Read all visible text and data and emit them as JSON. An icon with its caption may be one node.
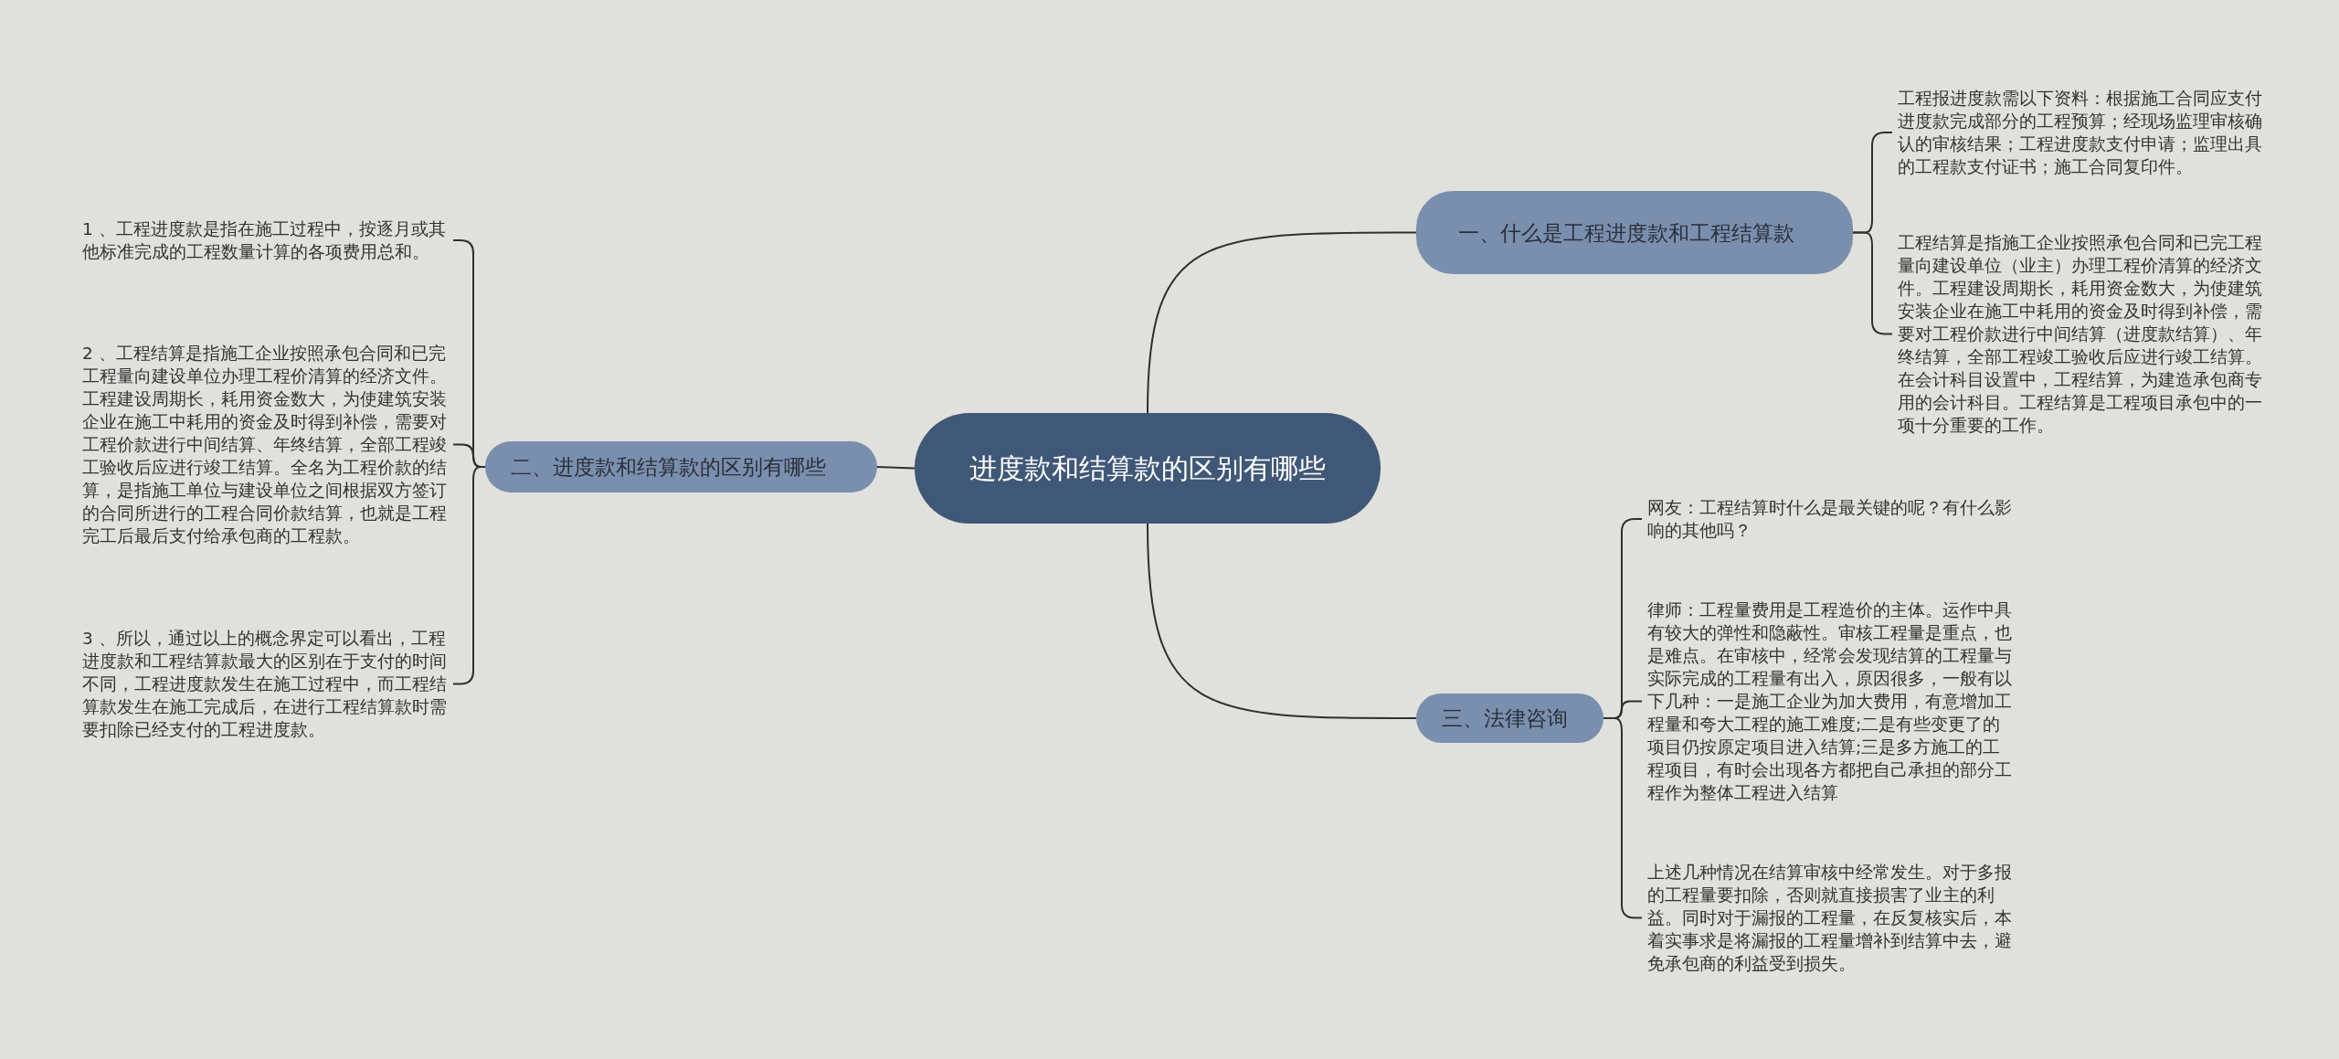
{
  "diagram": {
    "nodes": [
      {
        "text": [
          "进度款和结算款的区别有哪些"
        ]
      },
      {
        "text": [
          "一、什么是工程进度款和工程结算款"
        ]
      },
      {
        "text": [
          "工程报进度款需以下资料：根据施工合同应支付进度款完成部分的工程预算；经现场监理审核确认的审核结果；工程进度款支付申请；监理出具的工程款支付证书；施工合同复印件。"
        ]
      },
      {
        "text": [
          "工程结算是指施工企业按照承包合同和已完工程量向建设单位（业主）办理工程价清算的经济文件。工程建设周期长，耗用资金数大，为使建筑安装企业在施工中耗用的资金及时得到补偿，需要对工程价款进行中间结算（进度款结算）、年终结算，全部工程竣工验收后应进行竣工结算。在会计科目设置中，工程结算，为建造承包商专用的会计科目。工程结算是工程项目承包中的一项十分重要的工作。"
        ]
      },
      {
        "text": [
          "二、进度款和结算款的区别有哪些"
        ]
      },
      {
        "text": [
          " 1 、工程进度款是指在施工过程中，按逐月或其他标准完成的工程数量计算的各项费用总和。"
        ]
      },
      {
        "text": [
          " 2 、工程结算是指施工企业按照承包合同和已完工程量向建设单位办理工程价清算的经济文件。工程建设周期长，耗用资金数大，为使建筑安装企业在施工中耗用的资金及时得到补偿，需要对工程价款进行中间结算、年终结算，全部工程竣工验收后应进行竣工结算。全名为工程价款的结算，是指施工单位与建设单位之间根据双方签订的合同所进行的工程合同价款结算，也就是工程完工后最后支付给承包商的工程款。"
        ]
      },
      {
        "text": [
          " 3 、所以，通过以上的概念界定可以看出，工程进度款和工程结算款最大的区别在于支付的时间不同，工程进度款发生在施工过程中，而工程结算款发生在施工完成后，在进行工程结算款时需要扣除已经支付的工程进度款。"
        ]
      },
      {
        "text": [
          "三、法律咨询"
        ]
      },
      {
        "text": [
          "网友：工程结算时什么是最关键的呢？有什么影响的其他吗？"
        ]
      },
      {
        "text": [
          "律师：工程量费用是工程造价的主体。运作中具有较大的弹性和隐蔽性。审核工程量是重点，也是难点。在审核中，经常会发现结算的工程量与实际完成的工程量有出入，原因很多，一般有以下几种：一是施工企业为加大费用，有意增加工程量和夸大工程的施工难度;二是有些变更了的项目仍按原定项目进入结算;三是多方施工的工程项目，有时会出现各方都把自己承担的部分工程作为整体工程进入结算"
        ]
      },
      {
        "text": [
          "上述几种情况在结算审核中经常发生。对于多报的工程量要扣除，否则就直接损害了业主的利益。同时对于漏报的工程量，在反复核实后，本着实事求是将漏报的工程量增补到结算中去，避免承包商的利益受到损失。"
        ]
      }
    ],
    "edges": [
      {
        "from": 0,
        "to": 1,
        "arrow": "none"
      },
      {
        "from": 1,
        "to": 2,
        "arrow": "none"
      },
      {
        "from": 1,
        "to": 3,
        "arrow": "none"
      },
      {
        "from": 0,
        "to": 4,
        "arrow": "none"
      },
      {
        "from": 4,
        "to": 5,
        "arrow": "none"
      },
      {
        "from": 4,
        "to": 6,
        "arrow": "none"
      },
      {
        "from": 4,
        "to": 7,
        "arrow": "none"
      },
      {
        "from": 0,
        "to": 8,
        "arrow": "none"
      },
      {
        "from": 8,
        "to": 9,
        "arrow": "none"
      },
      {
        "from": 8,
        "to": 10,
        "arrow": "none"
      },
      {
        "from": 8,
        "to": 11,
        "arrow": "none"
      }
    ]
  }
}
